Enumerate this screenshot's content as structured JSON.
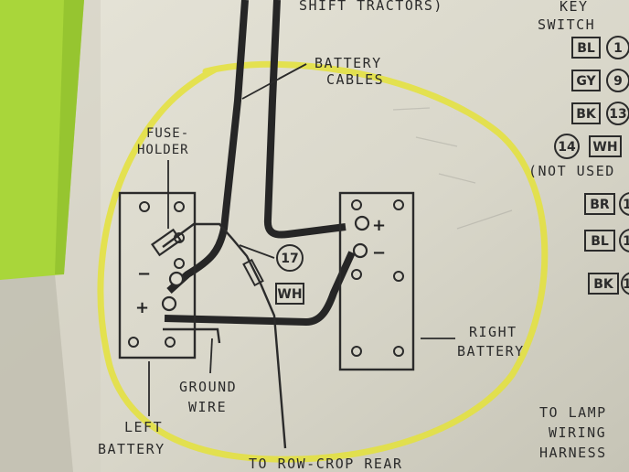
{
  "colors": {
    "paper": "#dedcd0",
    "ink": "#2b2b2b",
    "highlight_circle": "#e4e23a",
    "left_strip": "#a9d63a"
  },
  "labels": {
    "top_caption": "SHIFT TRACTORS)",
    "battery_cables_line1": "BATTERY",
    "battery_cables_line2": "CABLES",
    "fuseholder_line1": "FUSE-",
    "fuseholder_line2": "HOLDER",
    "circle_17": "17",
    "wh_box": "WH",
    "right_battery_line1": "RIGHT",
    "right_battery_line2": "BATTERY",
    "ground_wire_line1": "GROUND",
    "ground_wire_line2": "WIRE",
    "left_battery_line1": "LEFT",
    "left_battery_line2": "BATTERY",
    "bottom_caption": "TO ROW-CROP REAR",
    "to_lamp_line1": "TO LAMP",
    "to_lamp_line2": "WIRING",
    "to_lamp_line3": "HARNESS"
  },
  "signs": {
    "left_minus": "−",
    "left_plus": "+",
    "right_plus": "+",
    "right_minus": "−"
  },
  "key_switch": {
    "title_line1": "KEY",
    "title_line2": "SWITCH",
    "not_used": "(NOT USED",
    "rows": [
      {
        "color": "BL",
        "num": "1"
      },
      {
        "color": "GY",
        "num": "9"
      },
      {
        "color": "BK",
        "num": "13"
      },
      {
        "color": "WH",
        "num": "14"
      },
      {
        "color": "BR",
        "num": "1"
      },
      {
        "color": "BL",
        "num": "1"
      },
      {
        "color": "BK",
        "num": "1"
      }
    ]
  }
}
